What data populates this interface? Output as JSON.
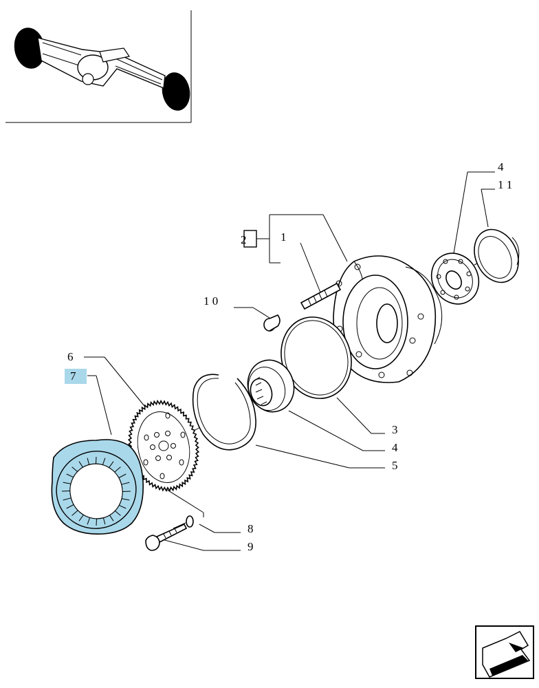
{
  "callouts": {
    "c1": "1",
    "c2": "2",
    "c3": "3",
    "c4a": "4",
    "c4b": "4",
    "c5": "5",
    "c6": "6",
    "c7": "7",
    "c8": "8",
    "c9": "9",
    "c10": "1 0",
    "c11": "1 1"
  },
  "colors": {
    "highlight": "#a9d8ea",
    "line": "#000000"
  },
  "icons": {
    "nav": "next-page-arrow-icon"
  }
}
